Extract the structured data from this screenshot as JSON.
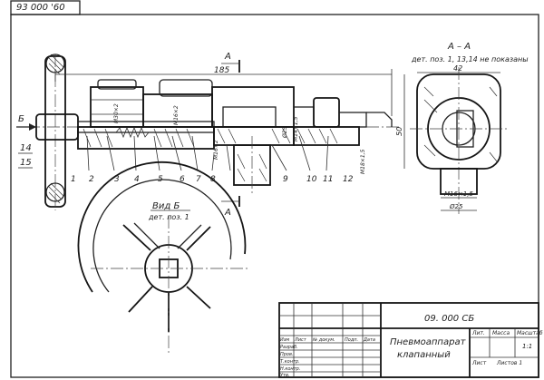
{
  "stamp_code": "93 000 '60",
  "main_view": {
    "section_mark_top": "A",
    "section_mark_bottom": "A",
    "dim_overall": "185",
    "arrow_b": "Б",
    "callouts": [
      "14",
      "15"
    ],
    "positions": [
      "1",
      "2",
      "3",
      "4",
      "5",
      "6",
      "7",
      "8",
      "9",
      "10",
      "11",
      "12"
    ],
    "dims": {
      "m30": "M30×2",
      "m16_top": "M16×2",
      "m16_mid": "M16×2",
      "d25": "Ø25",
      "m14": "M14×1,5",
      "m18": "M18×1,5"
    }
  },
  "section_view": {
    "title": "А – А",
    "note": "дет. поз. 1, 13,14 не показаны",
    "dim_width": "42",
    "dim_height": "50",
    "dim_thread": "M16×1,5",
    "dim_dia": "Ø25"
  },
  "view_b": {
    "title": "Вид Б",
    "note": "дет. поз. 1"
  },
  "title_block": {
    "code": "09. 000 СБ",
    "name_line1": "Пневмоаппарат",
    "name_line2": "клапанный",
    "col_headers": [
      "Лит.",
      "Масса",
      "Масштаб"
    ],
    "scale": "1:1",
    "sheet_label": "Лист",
    "sheets_label": "Листов 1",
    "rows": [
      "Изм",
      "Лист",
      "№ докум.",
      "Подп.",
      "Дата"
    ],
    "row_labels": [
      "Разраб.",
      "Пров.",
      "Т.контр.",
      "Н.контр.",
      "Утв."
    ]
  }
}
